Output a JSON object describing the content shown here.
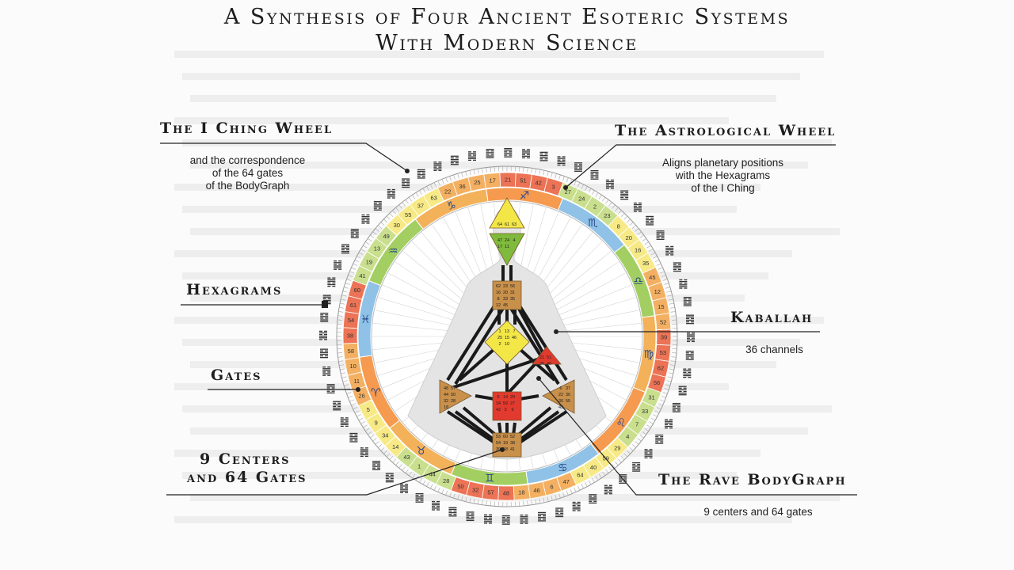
{
  "title": {
    "line1": "A Synthesis of Four Ancient Esoteric Systems",
    "line2": "With Modern Science"
  },
  "callouts": {
    "iching": {
      "label": "The I Ching Wheel",
      "caption_lines": [
        "and the correspondence",
        "of the 64 gates",
        "of the BodyGraph"
      ]
    },
    "astro": {
      "label": "The Astrological Wheel",
      "caption_lines": [
        "Aligns planetary positions",
        "with the Hexagrams",
        "of the I Ching"
      ]
    },
    "hexagrams": {
      "label": "Hexagrams"
    },
    "kaballah": {
      "label": "Kaballah",
      "caption": "36 channels"
    },
    "gates": {
      "label": "Gates"
    },
    "centers": {
      "label_line1": "9 Centers",
      "label_line2": "and 64 Gates"
    },
    "bodygraph": {
      "label": "The Rave BodyGraph",
      "caption": "9 centers and 64 gates"
    }
  },
  "gate_ring": [
    "41",
    "19",
    "13",
    "49",
    "30",
    "55",
    "37",
    "63",
    "22",
    "36",
    "25",
    "17",
    "21",
    "51",
    "42",
    "3",
    "27",
    "24",
    "2",
    "23",
    "8",
    "20",
    "16",
    "35",
    "45",
    "12",
    "15",
    "52",
    "39",
    "53",
    "62",
    "56",
    "31",
    "33",
    "7",
    "4",
    "29",
    "59",
    "40",
    "64",
    "47",
    "6",
    "46",
    "18",
    "48",
    "57",
    "32",
    "50",
    "28",
    "44",
    "1",
    "43",
    "14",
    "34",
    "9",
    "5",
    "26",
    "11",
    "10",
    "58",
    "38",
    "54",
    "61",
    "60"
  ],
  "zodiac_ring": [
    {
      "glyph": "♑",
      "color": "#f3b15a"
    },
    {
      "glyph": "♐",
      "color": "#f59a4f"
    },
    {
      "glyph": "♏",
      "color": "#8fc2e6"
    },
    {
      "glyph": "♎",
      "color": "#a3cf62"
    },
    {
      "glyph": "♍",
      "color": "#f3b15a"
    },
    {
      "glyph": "♌",
      "color": "#f59a4f"
    },
    {
      "glyph": "♋",
      "color": "#8fc2e6"
    },
    {
      "glyph": "♊",
      "color": "#a3cf62"
    },
    {
      "glyph": "♉",
      "color": "#f3b15a"
    },
    {
      "glyph": "♈",
      "color": "#f59a4f"
    },
    {
      "glyph": "♓",
      "color": "#8fc2e6"
    },
    {
      "glyph": "♒",
      "color": "#a3cf62"
    }
  ],
  "centers": {
    "head": [
      "64",
      "61",
      "63"
    ],
    "ajna": [
      "47",
      "24",
      "4",
      "17",
      "11"
    ],
    "throat": [
      "62",
      "23",
      "56",
      "16",
      "20",
      "31",
      "8",
      "33",
      "35",
      "12",
      "45"
    ],
    "g": [
      "1",
      "13",
      "7",
      "25",
      "15",
      "46",
      "2",
      "10"
    ],
    "heart": [
      "21",
      "51",
      "26",
      "40"
    ],
    "sacral": [
      "5",
      "14",
      "29",
      "34",
      "59",
      "27",
      "42",
      "3",
      "9"
    ],
    "splenic": [
      "48",
      "57",
      "44",
      "50",
      "32",
      "28",
      "18"
    ],
    "solar": [
      "6",
      "37",
      "22",
      "36",
      "30",
      "55",
      "49"
    ],
    "root": [
      "53",
      "60",
      "52",
      "54",
      "19",
      "38",
      "39",
      "58",
      "41"
    ]
  },
  "colors": {
    "ring_green": "#c9df8e",
    "ring_yellow": "#f7ea86",
    "ring_orange": "#f4b062",
    "ring_red": "#ec7355",
    "center_yellow": "#f3e748",
    "center_green": "#7fba3c",
    "center_brown": "#c8904a",
    "center_red": "#e23a2e",
    "channel": "#1a1a1a"
  }
}
